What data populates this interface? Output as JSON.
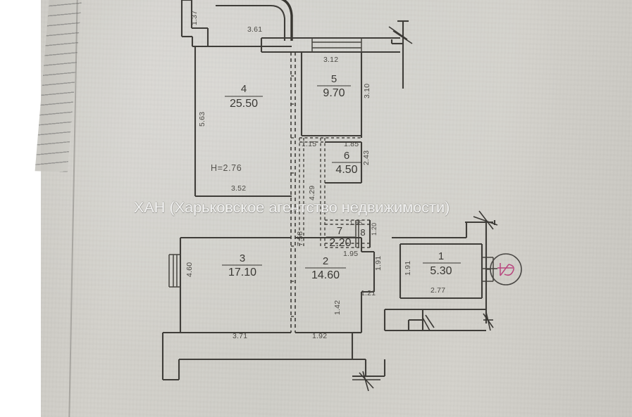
{
  "document": {
    "type": "apartment-floor-plan",
    "watermark": "ХАН (Харьковское агентство недвижимости)",
    "ceiling_height_label": "Н=2.76"
  },
  "rooms": [
    {
      "number": "1",
      "area": "5.30"
    },
    {
      "number": "2",
      "area": "14.60"
    },
    {
      "number": "3",
      "area": "17.10"
    },
    {
      "number": "4",
      "area": "25.50"
    },
    {
      "number": "5",
      "area": "9.70"
    },
    {
      "number": "6",
      "area": "4.50"
    },
    {
      "number": "7",
      "area": "2.20"
    },
    {
      "number": "8",
      "area": ""
    }
  ],
  "dimensions": {
    "top_left_vertical": "1.37",
    "balcony_width": "3.61",
    "room5_top": "3.12",
    "room5_right": "3.10",
    "room4_left": "5.63",
    "room4_bottom": "3.52",
    "corridor_left": "1.15",
    "room6_top": "1.85",
    "room6_right": "2.43",
    "corridor_vertical": "4.29",
    "hall_vertical": "7.58",
    "room7_top": "1.65",
    "room7_bottom": "1.95",
    "room8_right": "1.20",
    "room3_left": "4.60",
    "room3_bottom": "3.71",
    "room2_bottom": "1.92",
    "room2_right_lower": "1.42",
    "room2_right_upper": "1.91",
    "step_1_21": "1.21",
    "room1_left": "1.91",
    "room1_bottom": "2.77"
  },
  "annotations": {
    "red_stamp": "46"
  }
}
